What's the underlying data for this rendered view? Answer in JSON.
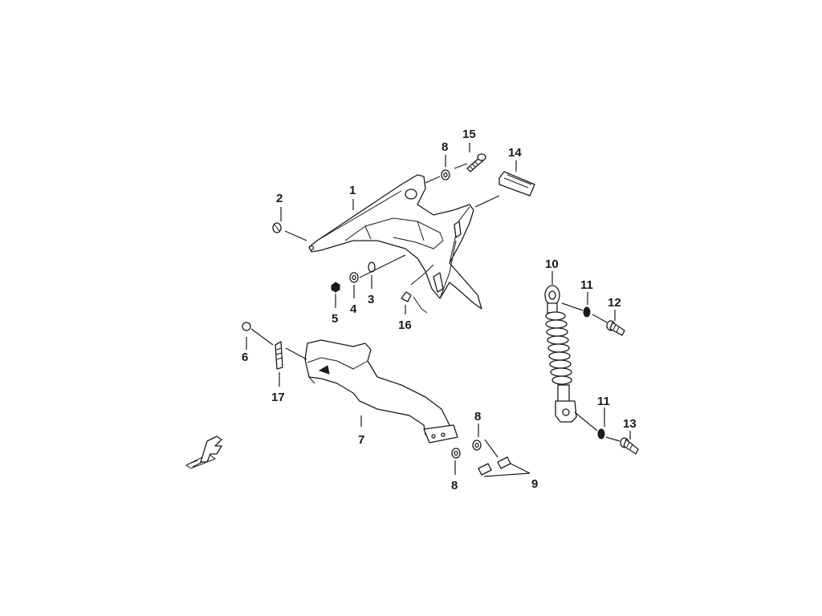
{
  "callouts": {
    "c1": "1",
    "c2": "2",
    "c3": "3",
    "c4": "4",
    "c5": "5",
    "c6": "6",
    "c7": "7",
    "c8a": "8",
    "c8b": "8",
    "c8c": "8",
    "c9": "9",
    "c10": "10",
    "c11a": "11",
    "c11b": "11",
    "c12": "12",
    "c13": "13",
    "c14": "14",
    "c15": "15",
    "c16": "16",
    "c17": "17"
  },
  "brand_mark": "F"
}
